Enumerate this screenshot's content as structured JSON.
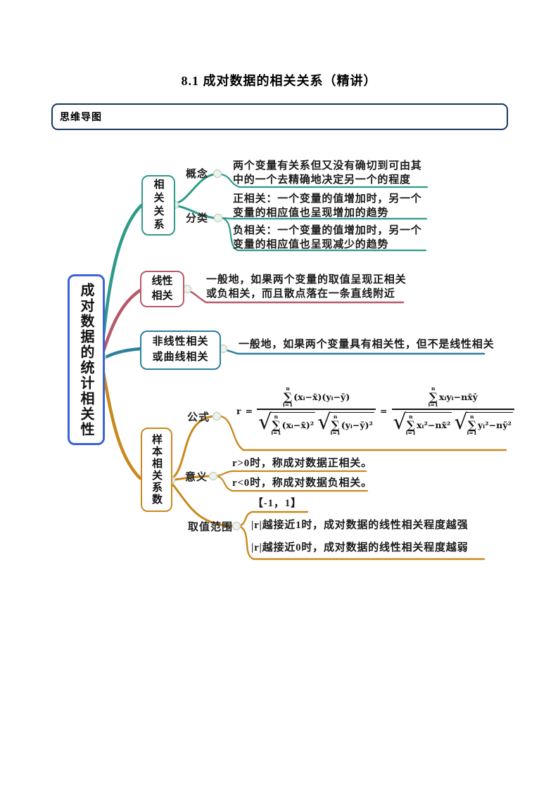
{
  "page": {
    "title": "8.1  成对数据的相关关系（精讲）"
  },
  "section": {
    "label": "思维导图"
  },
  "mindmap": {
    "root": "成对数据的统计相关性",
    "branch1": {
      "node": "相关关系",
      "concept_label": "概念",
      "concept_text": "两个变量有关系但又没有确切到可由其中的一个去精确地决定另一个的程度",
      "class_label": "分类",
      "positive": "正相关：一个变量的值增加时，另一个变量的相应值也呈现增加的趋势",
      "negative": "负相关：一个变量的值增加时，另一个变量的相应值也呈现减少的趋势"
    },
    "branch2": {
      "node": "线性相关",
      "text": "一般地，如果两个变量的取值呈现正相关或负相关，而且散点落在一条直线附近"
    },
    "branch3": {
      "node": "非线性相关或曲线相关",
      "text": "一般地，如果两个变量具有相关性，但不是线性相关"
    },
    "branch4": {
      "node": "样本相关系数",
      "formula_label": "公式",
      "meaning_label": "意义",
      "r_positive": "r>0时，称成对数据正相关。",
      "r_negative": "r<0时，称成对数据负相关。",
      "range_label": "取值范围",
      "range_value": "【-1，1】",
      "near_one": "|r|越接近1时，成对数据的线性相关程度越强",
      "near_zero": "|r|越接近0时，成对数据的线性相关程度越弱"
    },
    "formula": {
      "lhs": "r",
      "equals": "=",
      "sum_top": "n",
      "sum_sym": "∑",
      "sum_bot": "i=1",
      "sqrt_sign": "√",
      "f1_num": "(xᵢ−x̄)(yᵢ−ȳ)",
      "f1_den_a": "(xᵢ−x̄)²",
      "f1_den_b": "(yᵢ−ȳ)²",
      "f2_num": "xᵢyᵢ−nx̄ȳ",
      "f2_den_a": "xᵢ²−nx̄²",
      "f2_den_b": "yᵢ²−nȳ²"
    },
    "colors": {
      "root_border": "#3c63d4",
      "branch1": "#2f9a8a",
      "branch2": "#b8596a",
      "branch3": "#2e7f9d",
      "branch4": "#c8891e",
      "header_border": "#17365d"
    }
  }
}
